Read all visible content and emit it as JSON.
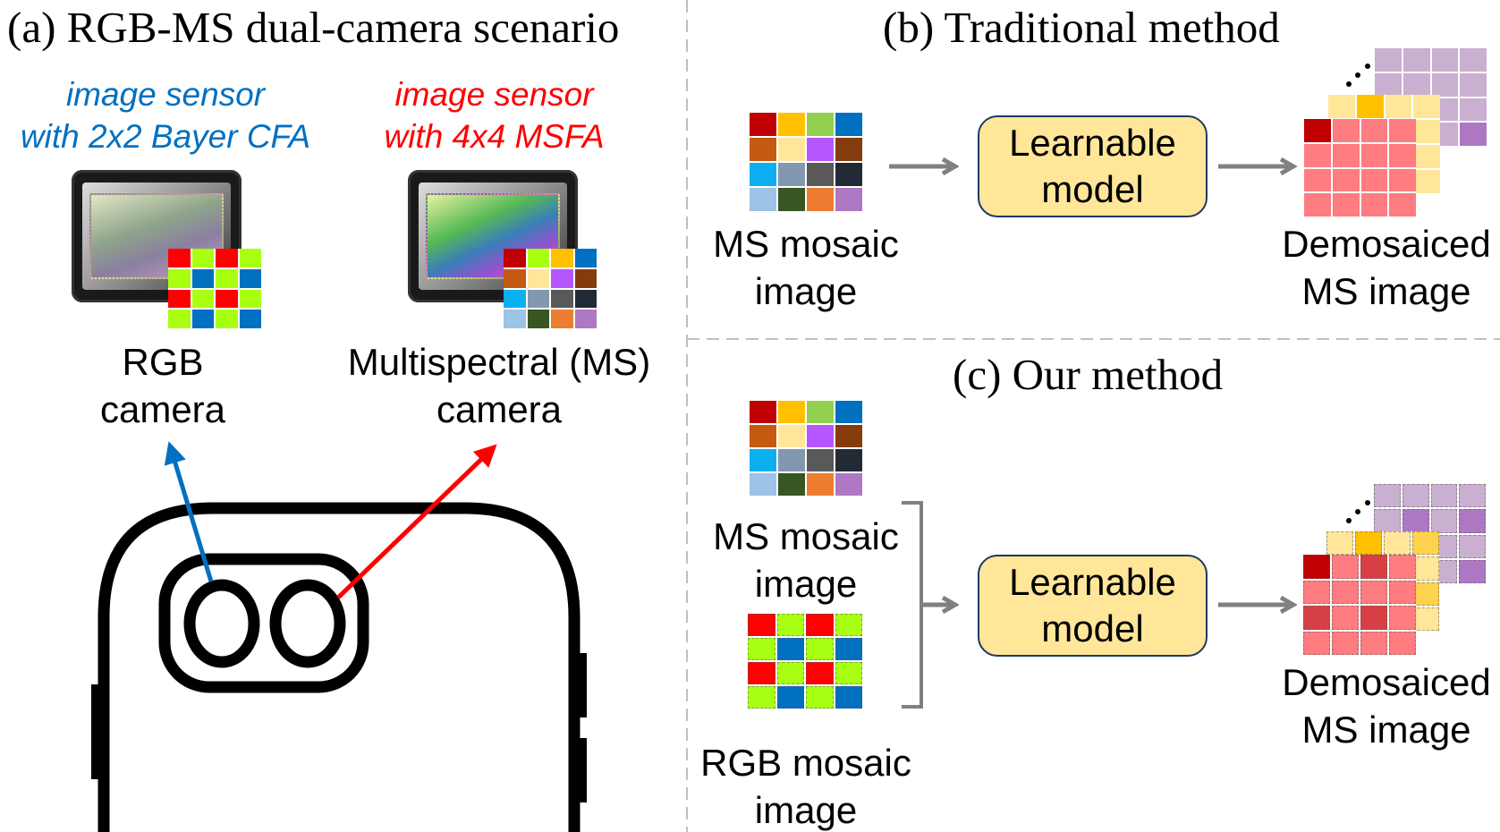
{
  "panels": {
    "a": {
      "title": "(a) RGB-MS dual-camera scenario",
      "rgb_sensor_caption": [
        "image sensor",
        "with 2x2 Bayer CFA"
      ],
      "ms_sensor_caption": [
        "image sensor",
        "with 4x4 MSFA"
      ],
      "rgb_camera_label": [
        "RGB",
        "camera"
      ],
      "ms_camera_label": [
        "Multispectral (MS)",
        "camera"
      ]
    },
    "b": {
      "title": "(b) Traditional method",
      "input_label": [
        "MS mosaic",
        "image"
      ],
      "model_label": [
        "Learnable",
        "model"
      ],
      "output_label": [
        "Demosaiced",
        "MS image"
      ]
    },
    "c": {
      "title": "(c) Our method",
      "ms_input_label": [
        "MS mosaic",
        "image"
      ],
      "rgb_input_label": [
        "RGB mosaic",
        "image"
      ],
      "model_label": [
        "Learnable",
        "model"
      ],
      "output_label": [
        "Demosaiced",
        "MS image"
      ]
    }
  },
  "colors": {
    "rgb_caption": "#0070c0",
    "ms_caption": "#ff0000",
    "rgb_arrow": "#0070c0",
    "ms_arrow": "#ff0000",
    "flow_arrow": "#808080",
    "divider": "#bfbfbf",
    "model_fill": "#ffe699",
    "model_border": "#1f3864",
    "layer_red": "#ff7c80",
    "layer_red_highlight": "#c00000",
    "layer_red_mid": "#d64045",
    "layer_yellow": "#ffe699",
    "layer_yellow_highlight": "#ffc000",
    "layer_yellow_mid": "#ffd24d",
    "layer_purple": "#c9afd0",
    "layer_purple_highlight": "#ad77c4"
  },
  "bayer_cfa": [
    [
      "#ff0000",
      "#a9ff12",
      "#ff0000",
      "#a9ff12"
    ],
    [
      "#a9ff12",
      "#0070c0",
      "#a9ff12",
      "#0070c0"
    ],
    [
      "#ff0000",
      "#a9ff12",
      "#ff0000",
      "#a9ff12"
    ],
    [
      "#a9ff12",
      "#0070c0",
      "#a9ff12",
      "#0070c0"
    ]
  ],
  "msfa_sensor": [
    [
      "#c00000",
      "#a9ff12",
      "#ffc000",
      "#0070c0"
    ],
    [
      "#c55a11",
      "#ffe699",
      "#b656ff",
      "#843c0c"
    ],
    [
      "#0cb0f0",
      "#8497b0",
      "#595959",
      "#222a35"
    ],
    [
      "#9dc3e6",
      "#375623",
      "#ed7d31",
      "#ae78c4"
    ]
  ],
  "ms_mosaic": [
    [
      "#c00000",
      "#ffc000",
      "#92d050",
      "#0070c0"
    ],
    [
      "#c55a11",
      "#ffe699",
      "#b656ff",
      "#843c0c"
    ],
    [
      "#0cb0f0",
      "#8497b0",
      "#595959",
      "#222a35"
    ],
    [
      "#9dc3e6",
      "#375623",
      "#ed7d31",
      "#ae78c4"
    ]
  ],
  "rgb_mosaic": [
    [
      "#ff0000",
      "#a9ff12",
      "#ff0000",
      "#a9ff12"
    ],
    [
      "#a9ff12",
      "#0070c0",
      "#a9ff12",
      "#0070c0"
    ],
    [
      "#ff0000",
      "#a9ff12",
      "#ff0000",
      "#a9ff12"
    ],
    [
      "#a9ff12",
      "#0070c0",
      "#a9ff12",
      "#0070c0"
    ]
  ],
  "stack_b": {
    "red": [
      [
        "H",
        "N",
        "N",
        "N"
      ],
      [
        "N",
        "N",
        "N",
        "N"
      ],
      [
        "N",
        "N",
        "N",
        "N"
      ],
      [
        "N",
        "N",
        "N",
        "N"
      ]
    ],
    "yellow": [
      [
        "N",
        "H",
        "N",
        "N"
      ],
      [
        "N",
        "N",
        "N",
        "N"
      ],
      [
        "N",
        "N",
        "N",
        "N"
      ],
      [
        "N",
        "N",
        "N",
        "N"
      ]
    ],
    "purple": [
      [
        "N",
        "N",
        "N",
        "N"
      ],
      [
        "N",
        "N",
        "N",
        "N"
      ],
      [
        "N",
        "N",
        "N",
        "N"
      ],
      [
        "N",
        "N",
        "N",
        "H"
      ]
    ]
  },
  "stack_c": {
    "red": [
      [
        "H",
        "N",
        "M",
        "N"
      ],
      [
        "N",
        "N",
        "N",
        "N"
      ],
      [
        "M",
        "N",
        "M",
        "N"
      ],
      [
        "N",
        "N",
        "N",
        "N"
      ]
    ],
    "yellow": [
      [
        "N",
        "H",
        "N",
        "M"
      ],
      [
        "N",
        "N",
        "N",
        "N"
      ],
      [
        "N",
        "N",
        "N",
        "M"
      ],
      [
        "N",
        "N",
        "N",
        "N"
      ]
    ],
    "purple": [
      [
        "N",
        "N",
        "N",
        "N"
      ],
      [
        "N",
        "H",
        "N",
        "H"
      ],
      [
        "N",
        "N",
        "N",
        "N"
      ],
      [
        "N",
        "H",
        "N",
        "H"
      ]
    ]
  },
  "ellipsis": "..."
}
